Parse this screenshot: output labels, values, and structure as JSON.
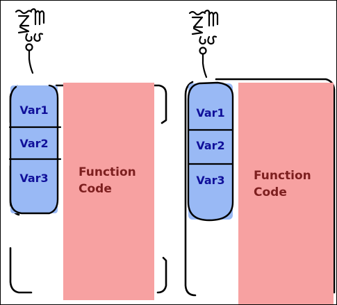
{
  "diagrams": [
    {
      "vars": [
        "Var1",
        "Var2",
        "Var3"
      ],
      "code_label_line1": "Function",
      "code_label_line2": "Code"
    },
    {
      "vars": [
        "Var1",
        "Var2",
        "Var3"
      ],
      "code_label_line1": "Function",
      "code_label_line2": "Code"
    }
  ],
  "colors": {
    "var_fill": "#99b9f5",
    "code_fill": "#f7a1a1",
    "outline": "#000000",
    "var_text": "#10109a",
    "code_text": "#7d1f1f"
  }
}
